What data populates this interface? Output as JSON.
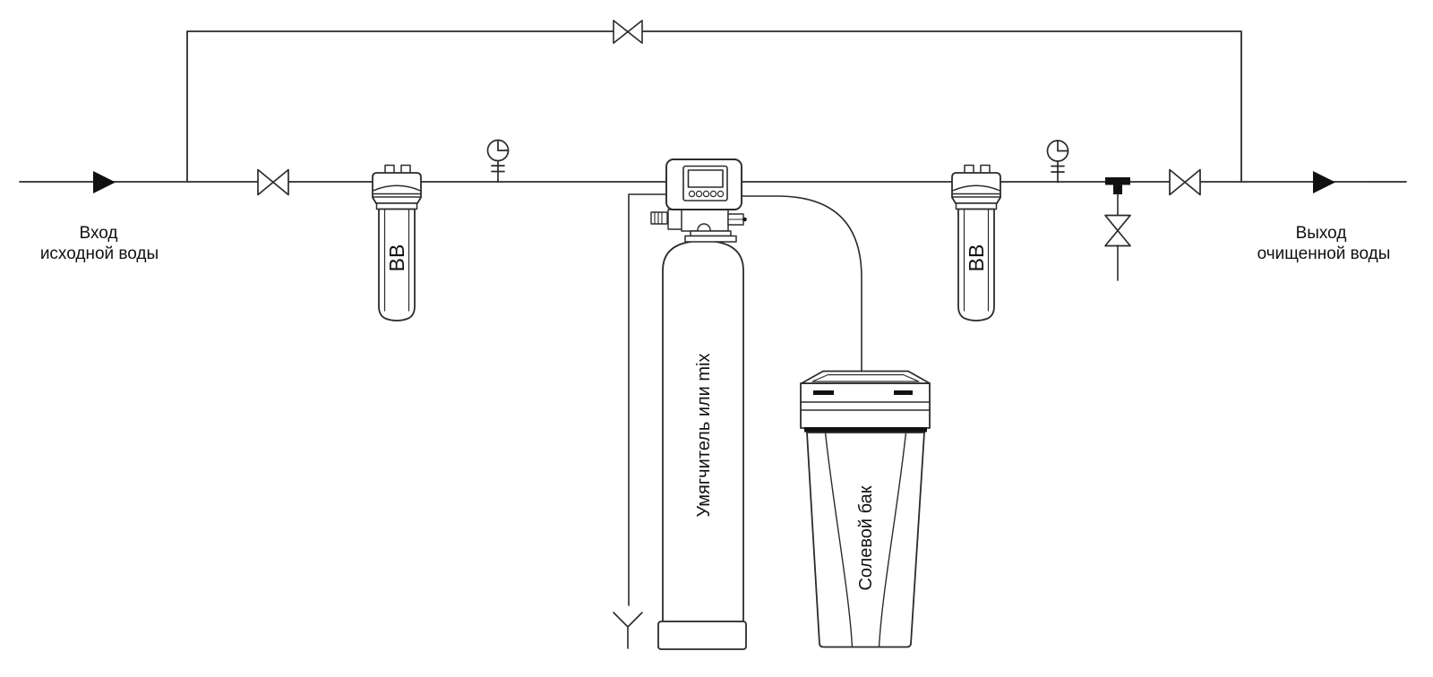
{
  "labels": {
    "inlet_top": "Вход",
    "inlet_bottom": "исходной воды",
    "outlet_top": "Выход",
    "outlet_bottom": "очищенной воды",
    "prefilter": "BB",
    "postfilter": "BB",
    "softener": "Умягчитель или mix",
    "brine_tank": "Солевой бак"
  },
  "colors": {
    "line": "#2b2b2b",
    "solid": "#111111",
    "background": "#ffffff"
  }
}
